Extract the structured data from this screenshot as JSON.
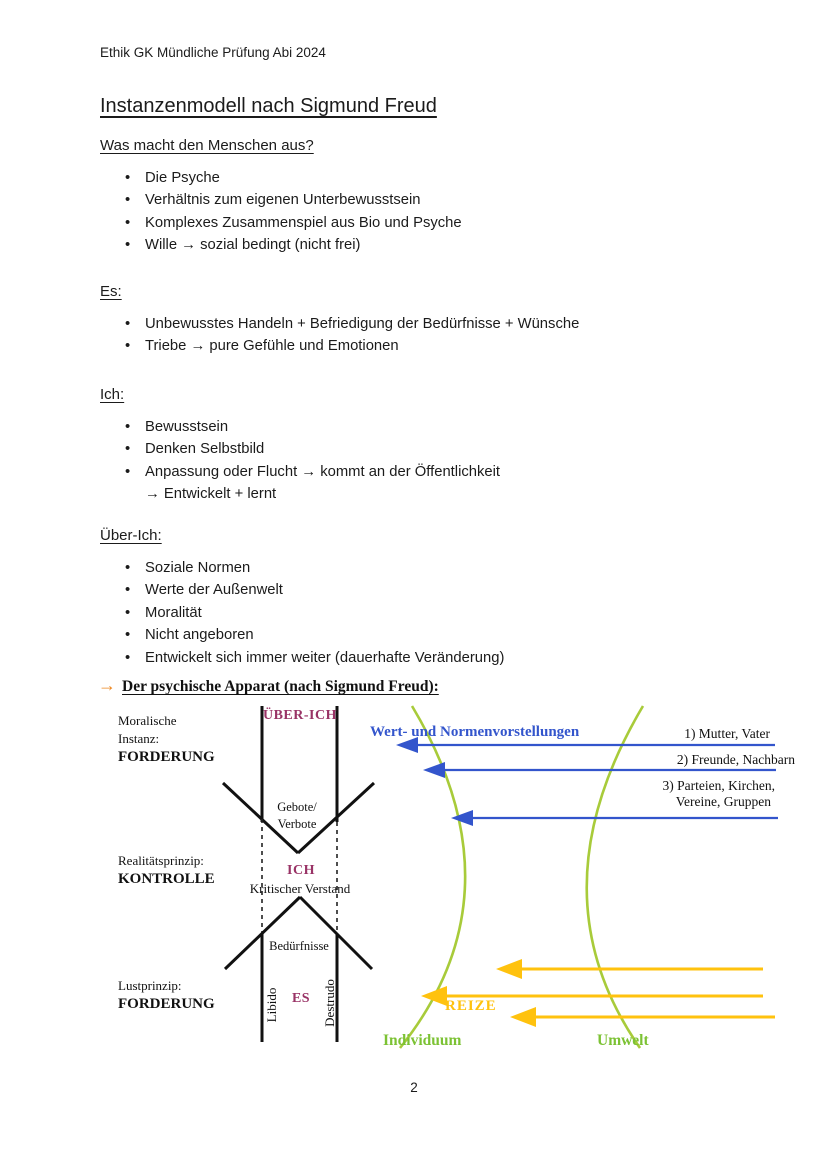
{
  "header": {
    "course_line": "Ethik GK Mündliche Prüfung Abi 2024"
  },
  "title": "Instanzenmodell nach Sigmund Freud",
  "sections": [
    {
      "heading": "Was macht den Menschen aus?",
      "bullets": [
        {
          "text": "Die Psyche"
        },
        {
          "text": "Verhältnis zum eigenen Unterbewusstsein"
        },
        {
          "text": "Komplexes Zusammenspiel aus Bio und Psyche"
        },
        {
          "text": "Wille → sozial bedingt (nicht frei)"
        }
      ]
    },
    {
      "heading": "Es:",
      "bullets": [
        {
          "text": "Unbewusstes Handeln + Befriedigung der Bedürfnisse + Wünsche"
        },
        {
          "text": "Triebe → pure Gefühle und Emotionen"
        }
      ]
    },
    {
      "heading": "Ich:",
      "bullets": [
        {
          "text": "Bewusstsein"
        },
        {
          "text": "Denken Selbstbild"
        },
        {
          "text": "Anpassung oder Flucht → kommt an der Öffentlichkeit",
          "sub": "→ Entwickelt + lernt"
        }
      ]
    },
    {
      "heading": "Über-Ich:",
      "bullets": [
        {
          "text": "Soziale Normen"
        },
        {
          "text": "Werte der Außenwelt"
        },
        {
          "text": "Moralität"
        },
        {
          "text": "Nicht angeboren"
        },
        {
          "text": "Entwickelt sich immer weiter (dauerhafte Veränderung)"
        }
      ]
    }
  ],
  "diagram": {
    "arrow_marker": "→",
    "heading": "Der psychische Apparat (nach Sigmund Freud):",
    "left_labels": {
      "moral_line1": "Moralische",
      "moral_line2": "Instanz:",
      "moral_bold": "FORDERUNG",
      "real_line1": "Realitätsprinzip:",
      "real_bold": "KONTROLLE",
      "lust_line1": "Lustprinzip:",
      "lust_bold": "FORDERUNG"
    },
    "instances": {
      "ueber_ich": "ÜBER-ICH",
      "ich": "ICH",
      "es": "ES"
    },
    "center_labels": {
      "gebote": "Gebote/",
      "verbote": "Verbote",
      "kritischer_verstand": "Kritischer Verstand",
      "beduerfnisse": "Bedürfnisse",
      "libido": "Libido",
      "destrudo": "Destrudo"
    },
    "right_labels": {
      "norms_title": "Wert- und Normenvorstellungen",
      "source_1": "1) Mutter, Vater",
      "source_2": "2) Freunde, Nachbarn",
      "source_3a": "3) Parteien, Kirchen,",
      "source_3b": "Vereine, Gruppen",
      "reize": "REIZE",
      "individuum": "Individuum",
      "umwelt": "Umwelt"
    },
    "colors": {
      "instance_text": "#993366",
      "norms_blue": "#3355cc",
      "curve_green": "#a8cb3a",
      "label_green": "#7cc234",
      "stimulus_yellow": "#ffc20e",
      "heading_arrow_orange": "#ee8822"
    }
  },
  "footer": {
    "page_number": "2"
  }
}
